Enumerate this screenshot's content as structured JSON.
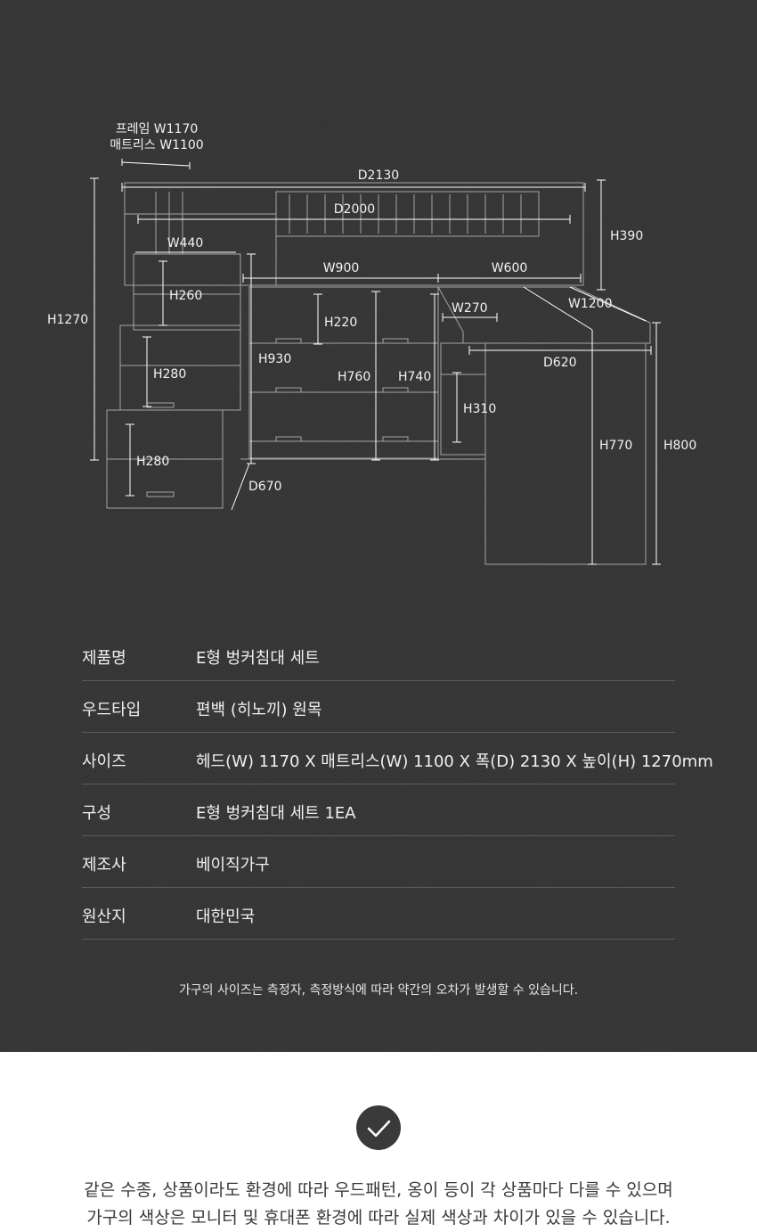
{
  "diagram": {
    "labels": {
      "frame": "프레임 W1170",
      "mattress": "매트리스 W1100",
      "d2130": "D2130",
      "d2000": "D2000",
      "h390": "H390",
      "w440": "W440",
      "w900": "W900",
      "w600": "W600",
      "h1270": "H1270",
      "h260": "H260",
      "h220": "H220",
      "w270": "W270",
      "w1200": "W1200",
      "h930": "H930",
      "d620": "D620",
      "h280a": "H280",
      "h760": "H760",
      "h740": "H740",
      "h310": "H310",
      "h770": "H770",
      "h800": "H800",
      "h280b": "H280",
      "d670": "D670"
    }
  },
  "specs": [
    {
      "key": "제품명",
      "value": "E형 벙커침대 세트"
    },
    {
      "key": "우드타입",
      "value": "편백 (히노끼) 원목"
    },
    {
      "key": "사이즈",
      "value": "헤드(W) 1170 X 매트리스(W) 1100 X 폭(D) 2130 X 높이(H) 1270mm"
    },
    {
      "key": "구성",
      "value": "E형 벙커침대 세트 1EA"
    },
    {
      "key": "제조사",
      "value": "베이직가구"
    },
    {
      "key": "원산지",
      "value": "대한민국"
    }
  ],
  "notice": "가구의 사이즈는 측정자, 측정방식에 따라 약간의 오차가 발생할 수 있습니다.",
  "bottom": {
    "line1": "같은 수종, 상품이라도 환경에 따라 우드패턴, 옹이 등이 각 상품마다 다를 수 있으며",
    "line2": "가구의 색상은 모니터 및 휴대폰 환경에 따라 실제 색상과 차이가 있을 수 있습니다."
  },
  "colors": {
    "dark_bg": "#363636",
    "text_light": "#f0f0f0",
    "text_dark": "#3a3a3a",
    "check_bg": "#3a3a3a"
  },
  "icons": {
    "check": "check-icon"
  }
}
